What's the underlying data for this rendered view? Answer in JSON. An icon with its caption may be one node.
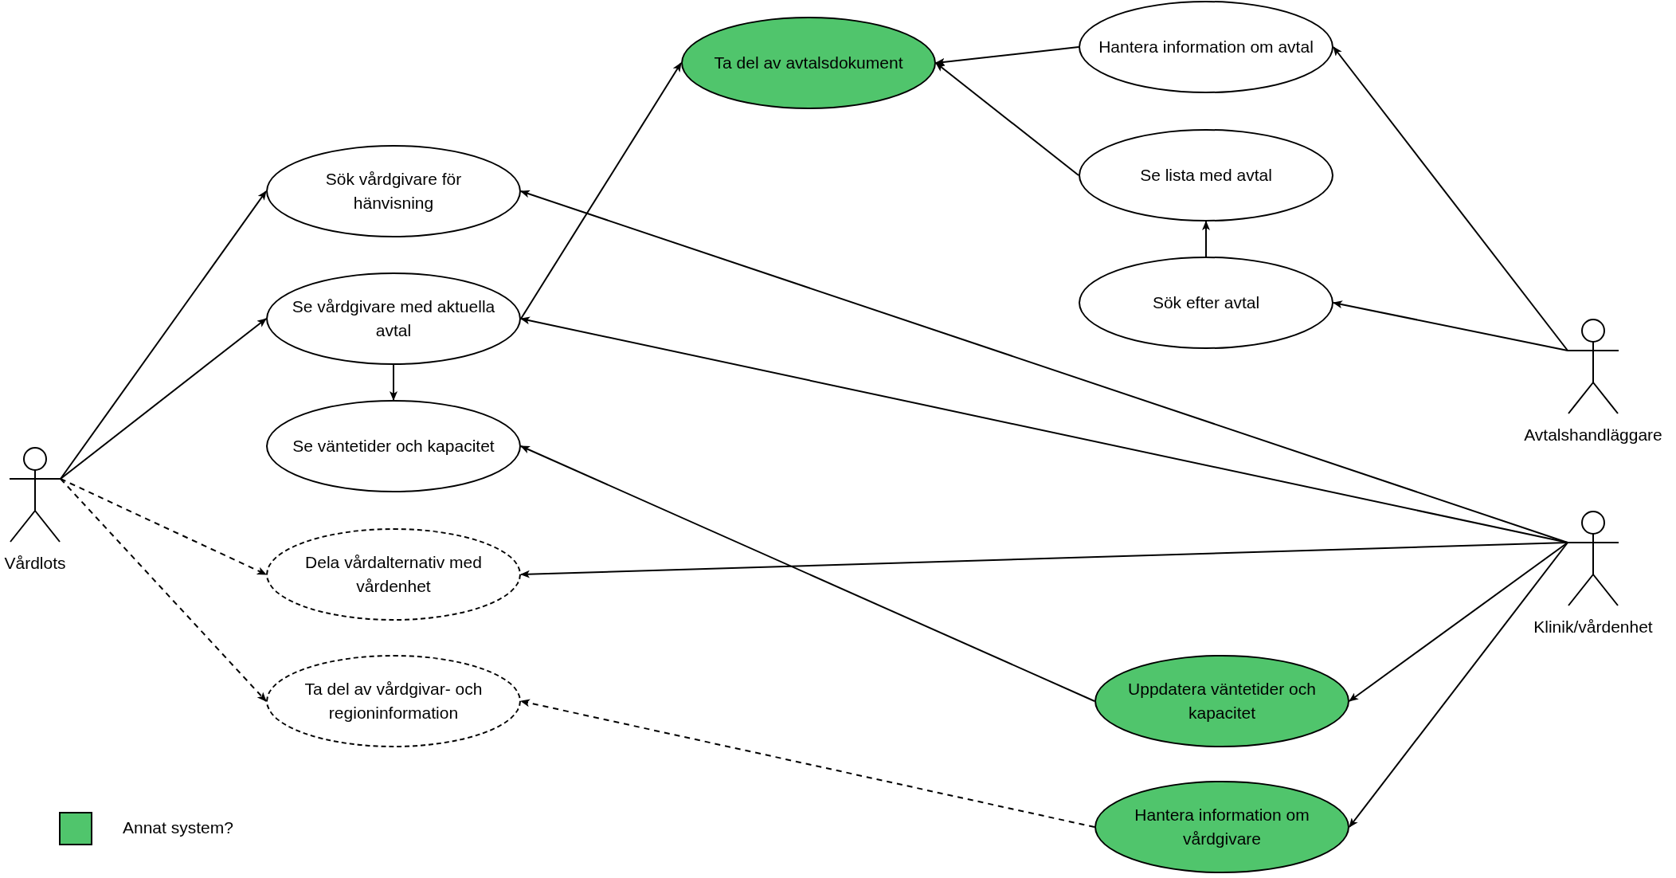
{
  "diagram": {
    "nodes": [
      {
        "text": [
          "Vårdlots"
        ]
      },
      {
        "text": [
          "Ta del av avtalsdokument"
        ]
      },
      {
        "text": [
          "Hantera information om avtal"
        ]
      },
      {
        "text": [
          "Sök vårdgivare för hänvisning"
        ]
      },
      {
        "text": [
          "Se lista med avtal"
        ]
      },
      {
        "text": [
          "Se vårdgivare med aktuella avtal"
        ]
      },
      {
        "text": [
          "Sök efter avtal"
        ]
      },
      {
        "text": [
          "Avtalshandläggare"
        ]
      },
      {
        "text": [
          "Se väntetider och kapacitet"
        ]
      },
      {
        "text": [
          "Klinik/vårdenhet"
        ]
      },
      {
        "text": [
          "Dela vårdalternativ med vårdenhet"
        ]
      },
      {
        "text": [
          "Uppdatera väntetider och kapacitet"
        ]
      },
      {
        "text": [
          "Ta del av vårdgivar- och regioninformation"
        ]
      },
      {
        "text": [
          "Hantera information om vårdgivare"
        ]
      }
    ],
    "edges": [
      {
        "from": 0,
        "to": 3,
        "arrow": "to"
      },
      {
        "from": 0,
        "to": 5,
        "arrow": "to"
      },
      {
        "from": 0,
        "to": 10,
        "arrow": "to",
        "style": "dashed"
      },
      {
        "from": 0,
        "to": 12,
        "arrow": "to",
        "style": "dashed"
      },
      {
        "from": 5,
        "to": 1,
        "arrow": "to"
      },
      {
        "from": 5,
        "to": 8,
        "arrow": "to"
      },
      {
        "from": 2,
        "to": 1,
        "arrow": "to"
      },
      {
        "from": 4,
        "to": 1,
        "arrow": "to"
      },
      {
        "from": 6,
        "to": 4,
        "arrow": "to"
      },
      {
        "from": 7,
        "to": 2,
        "arrow": "to"
      },
      {
        "from": 7,
        "to": 6,
        "arrow": "to"
      },
      {
        "from": 9,
        "to": 3,
        "arrow": "to"
      },
      {
        "from": 9,
        "to": 5,
        "arrow": "to"
      },
      {
        "from": 9,
        "to": 10,
        "arrow": "to"
      },
      {
        "from": 9,
        "to": 11,
        "arrow": "to"
      },
      {
        "from": 9,
        "to": 13,
        "arrow": "to"
      },
      {
        "from": 11,
        "to": 8,
        "arrow": "to"
      },
      {
        "from": 13,
        "to": 12,
        "arrow": "to",
        "style": "dashed"
      }
    ],
    "legend": [
      {
        "text": "Annat system?",
        "color": "#50c56c"
      }
    ]
  }
}
